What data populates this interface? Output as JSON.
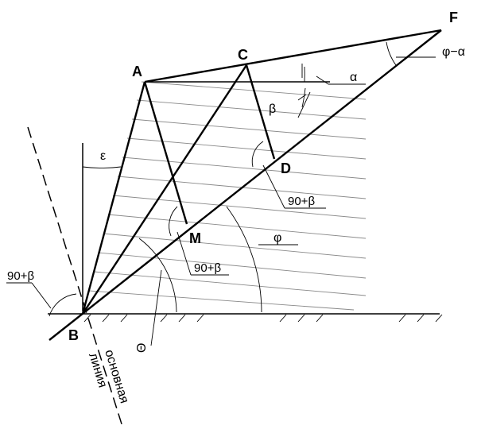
{
  "points": {
    "A": "A",
    "B": "B",
    "C": "C",
    "D": "D",
    "F": "F",
    "M": "M"
  },
  "angles": {
    "alpha": "α",
    "beta": "β",
    "epsilon": "ε",
    "phi": "φ",
    "phi_minus_alpha": "φ−α",
    "theta": "Θ",
    "ninety_plus_beta_d": "90+β",
    "ninety_plus_beta_m": "90+β",
    "ninety_plus_beta_left": "90+β"
  },
  "baseline_label": {
    "line1": "основная",
    "line2": "линия"
  }
}
